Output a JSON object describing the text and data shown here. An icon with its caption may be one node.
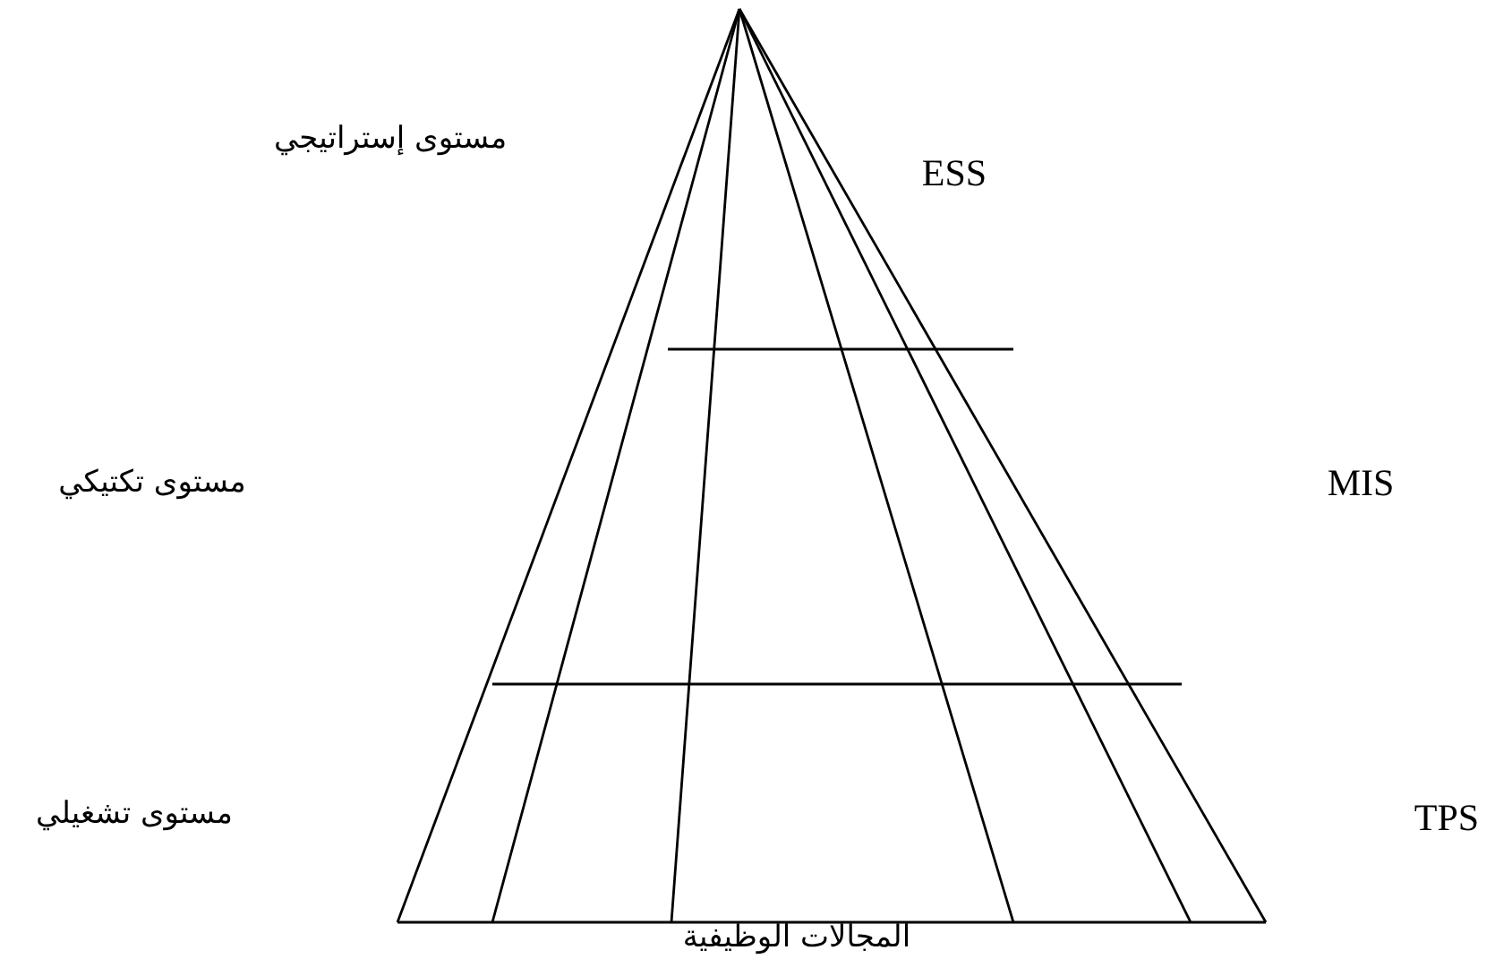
{
  "diagram": {
    "labels": [
      "مستوى إستراتيجي",
      "ESS",
      "مستوى تكتيكي",
      "MIS",
      "مستوى تشغيلي",
      "TPS",
      "المجالات الوظيفية"
    ]
  }
}
